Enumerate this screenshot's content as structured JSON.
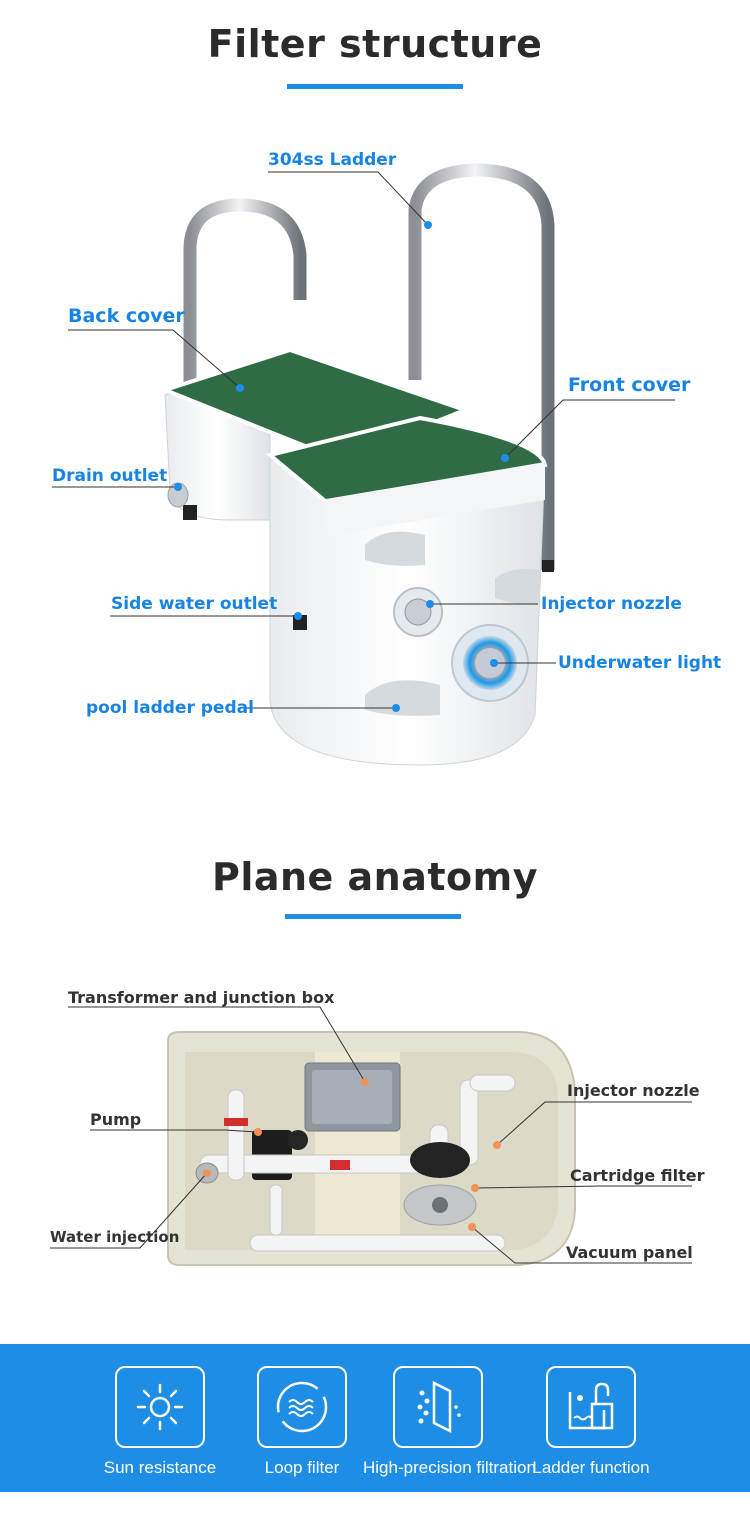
{
  "structure": {
    "title": "Filter structure",
    "labels": {
      "ladder": "304ss Ladder",
      "back_cover": "Back cover",
      "front_cover": "Front cover",
      "drain_outlet": "Drain outlet",
      "side_water_outlet": "Side water outlet",
      "injector_nozzle": "Injector nozzle",
      "underwater_light": "Underwater light",
      "ladder_pedal": "pool ladder pedal"
    }
  },
  "anatomy": {
    "title": "Plane anatomy",
    "labels": {
      "transformer": "Transformer and junction box",
      "pump": "Pump",
      "water_injection": "Water injection",
      "injector_nozzle": "Injector nozzle",
      "cartridge_filter": "Cartridge filter",
      "vacuum_panel": "Vacuum panel"
    }
  },
  "features": [
    {
      "label": "Sun resistance",
      "icon": "sun-icon"
    },
    {
      "label": "Loop filter",
      "icon": "loop-filter-icon"
    },
    {
      "label": "High-precision filtration",
      "icon": "filtration-icon"
    },
    {
      "label": "Ladder function",
      "icon": "ladder-icon"
    }
  ],
  "colors": {
    "accent": "#1e8de6",
    "label_blue": "#1784e4",
    "title_text": "#2b2b2b",
    "pad_green": "#2f6b45"
  }
}
